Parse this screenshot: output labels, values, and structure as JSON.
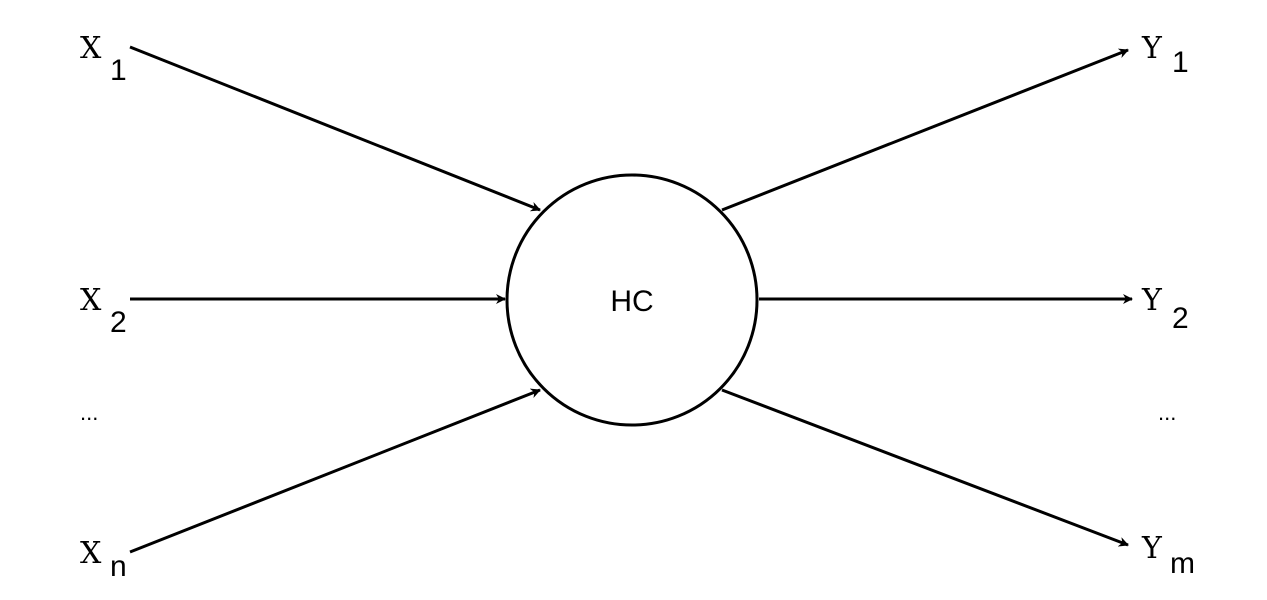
{
  "nodes": {
    "center": {
      "label": "HC"
    }
  },
  "inputs": [
    {
      "var": "X",
      "sub": "1"
    },
    {
      "var": "X",
      "sub": "2"
    },
    {
      "var": "X",
      "sub": "n"
    }
  ],
  "outputs": [
    {
      "var": "Y",
      "sub": "1"
    },
    {
      "var": "Y",
      "sub": "2"
    },
    {
      "var": "Y",
      "sub": "m"
    }
  ],
  "ellipsis": {
    "left": "...",
    "right": "..."
  },
  "colors": {
    "stroke": "#000000",
    "background": "#ffffff"
  }
}
